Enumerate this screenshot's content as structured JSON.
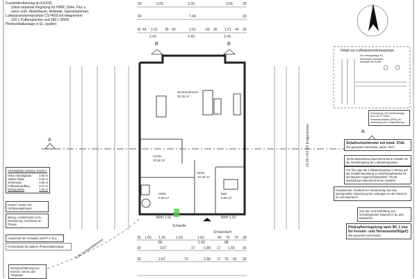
{
  "notes_top": [
    "Fussbodenheizung im EG/OG",
    "(ohne separate Regelung für HWR, Diele, Flur u.",
    "wenn vorh. Abstellraum, Ankleide, Speisekammer)",
    "Luftwasserwärmepumpe CS7400i mit integriertem",
    "120 L Pufferspeicher und 280 L WWS",
    "Photovoltaikanlage in EL (später)"
  ],
  "dims_top": {
    "row1": [
      "30",
      "3.05",
      "3.39",
      "3.05",
      "30"
    ],
    "row2": [
      "30",
      "7.49",
      "30"
    ],
    "row3": [
      "30",
      "44",
      "1.01",
      "30",
      "69",
      "2.01",
      "69",
      "30",
      "1.01",
      "44",
      "30"
    ],
    "row3_sub": [
      "2.43",
      "2.40",
      "2.43"
    ]
  },
  "section_markers": {
    "b": "B",
    "a": "A"
  },
  "rooms": [
    {
      "name": "Wohnen/Essen",
      "area": "38.35 m²"
    },
    {
      "name": "Küche",
      "area": "10.50 m²"
    },
    {
      "name": "Diele",
      "area": "15.30 m²"
    },
    {
      "name": "HWR",
      "area": "6.60 m²"
    },
    {
      "name": "Bad",
      "area": "6.00 m²"
    }
  ],
  "labels": {
    "brh_left": "BRH 1.52",
    "brh_right": "BRH 1.52",
    "schutzdach": "Schutzdach",
    "schwelle": "Schwelle",
    "erdgeschoss": "±0.00 =XX.XX Erdgeschoss",
    "schwenkbereich": "5.00 Schwenkbereich"
  },
  "dims_bottom": {
    "row1": [
      "30",
      "1.00",
      "1.26",
      "1.63",
      "1.63",
      "40",
      "76",
      "74",
      "30"
    ],
    "row1_sub": [
      "86",
      "2.42",
      "88"
    ],
    "row2": [
      "30",
      "3.67",
      "17",
      "1.88",
      "17",
      "1.55",
      "30"
    ],
    "row3": [
      "30",
      "2.87",
      "73",
      "1.88",
      "17",
      "76",
      "65",
      "30"
    ]
  },
  "kitchen_table": {
    "title": "Arbeitsplatte inklusive Küchen:",
    "rows": [
      [
        "Höhe Arbeitsplatte",
        "0.90 m"
      ],
      [
        "Stärke Platte",
        "0.04 m"
      ],
      [
        "Tiefe/Höhe",
        "0.60 m"
      ],
      [
        "Fußbodenaufbau",
        "0.17 m"
      ],
      [
        "Rohbauhöhe",
        "1.06 m"
      ]
    ]
  },
  "left_boxes": [
    "Sockel: Garten mit Umfassungsmauer",
    "Bezug: Lichtschacht in EL, Rohrleitung, Anschluss an Treppe",
    "Ausschnitt der Schwelle (OKFF in EL)",
    "Fensterbank für spätere Photovoltaikanlage",
    "Rohrdurchführung von EG/OG, Strom und Abwasser"
  ],
  "detail": {
    "title": "Detail zur Luftwasserwärmepumpe",
    "note": "Ab Leitungslänge EL, Anschluss Leitungen, oberhalb der Sohle"
  },
  "right_boxes": [
    {
      "bold": "Schallschutzfenster mit mind. 37db",
      "text": "(für gesamtes Geschoss, außer HET)"
    },
    {
      "text": "TEAM Massivhaus übernimmt keine Gewähr für die Genehmigung der Luftwärmepumpe!"
    },
    {
      "text": "Für die Lage der Luftwärmepumpe in Bezug auf die Schallentwicklung zu Nachbargebäuden ist der Bauherr eigenverantwortlich. TEAM Massivhaus übernimmt keine Gewähr!"
    },
    {
      "text": "Fundamente, Kiesbett zur Verdeckung und eine sachgemäße Abdeckung der Leitungen an der Wand in EL des Bauherrn!"
    },
    {
      "text": "Zus. Be- und Entlüftung des innenliegenden Raumes in EL des Bauherren"
    },
    {
      "bold": "Pilzkopfverriegelung nach RC 1 (nur für Fenster- und Terrassentürflügel!)",
      "text": "(für gesamtes Geschoss)"
    }
  ],
  "notice_small": "Anmerkung: Die Elektroanlage wird mit 17 Stück Fensterkontakten (RFK) zur Anbindung der Fensteröffnung"
}
